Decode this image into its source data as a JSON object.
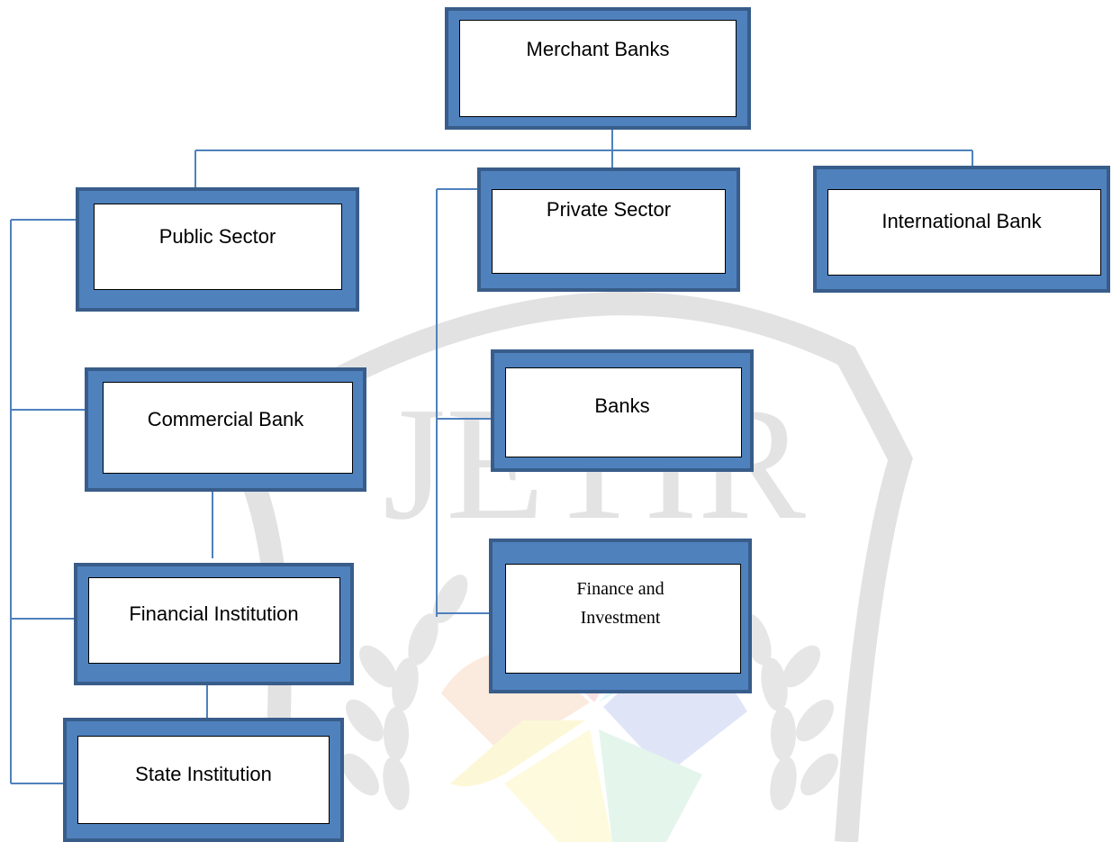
{
  "nodes": {
    "merchant_banks": "Merchant Banks",
    "public_sector": "Public Sector",
    "private_sector": "Private Sector",
    "international_bank": "International Bank",
    "commercial_bank": "Commercial Bank",
    "banks": "Banks",
    "financial_institution": "Financial Institution",
    "finance_and_investment_line1": "Finance and",
    "finance_and_investment_line2": "Investment",
    "state_institution": "State Institution"
  },
  "watermark": {
    "text": "JETIR"
  },
  "colors": {
    "box_fill": "#4f81bd",
    "box_border": "#385d8a",
    "connector": "#4f81bd",
    "watermark": "#e0e0e0"
  }
}
